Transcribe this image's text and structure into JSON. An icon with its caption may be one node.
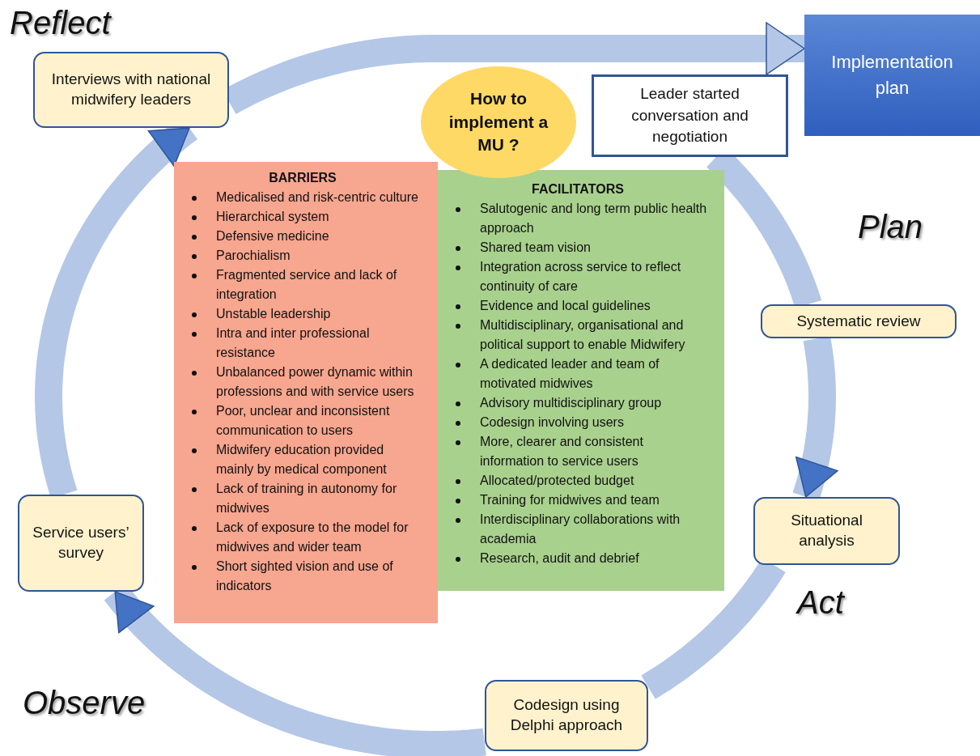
{
  "diagram": {
    "nodes": [
      {
        "text": [
          "Interviews with national midwifery leaders"
        ]
      },
      {
        "text": [
          "How to implement a MU ?"
        ]
      },
      {
        "text": [
          "Leader started conversation and negotiation"
        ]
      },
      {
        "text": [
          "Implementation plan"
        ]
      },
      {
        "text": [
          "BARRIERS",
          "Medicalised and risk-centric culture",
          "Hierarchical system",
          "Defensive medicine",
          "Parochialism",
          "Fragmented service and lack of integration",
          "Unstable leadership",
          "Intra and inter professional resistance",
          "Unbalanced power dynamic within professions and with service users",
          "Poor, unclear and inconsistent communication to users",
          "Midwifery education provided mainly by medical component",
          "Lack of training in autonomy for midwives",
          "Lack of exposure to the model for midwives and wider team",
          "Short sighted vision and use of indicators"
        ]
      },
      {
        "text": [
          "FACILITATORS",
          "Salutogenic and long term public health approach",
          "Shared team vision",
          "Integration across service to reflect continuity of care",
          "Evidence and local guidelines",
          "Multidisciplinary, organisational and political support to enable Midwifery",
          "A dedicated leader and team of motivated midwives",
          "Advisory multidisciplinary group",
          "Codesign involving users",
          "More, clearer and consistent information to service users",
          "Allocated/protected budget",
          "Training for midwives and team",
          "Interdisciplinary collaborations with academia",
          "Research, audit and debrief"
        ]
      },
      {
        "text": [
          "Systematic review"
        ]
      },
      {
        "text": [
          "Situational analysis"
        ]
      },
      {
        "text": [
          "Codesign using Delphi approach"
        ]
      },
      {
        "text": [
          "Service users’ survey"
        ]
      }
    ],
    "edges": [
      {
        "from": 2,
        "to": 6,
        "arrow": "none"
      },
      {
        "from": 6,
        "to": 7,
        "arrow": "to"
      },
      {
        "from": 7,
        "to": 8,
        "arrow": "none"
      },
      {
        "from": 8,
        "to": 9,
        "arrow": "to"
      },
      {
        "from": 9,
        "to": 0,
        "arrow": "to"
      },
      {
        "from": 0,
        "to": 3,
        "arrow": "to"
      }
    ],
    "labels": [
      "Reflect",
      "Plan",
      "Act",
      "Observe"
    ]
  }
}
